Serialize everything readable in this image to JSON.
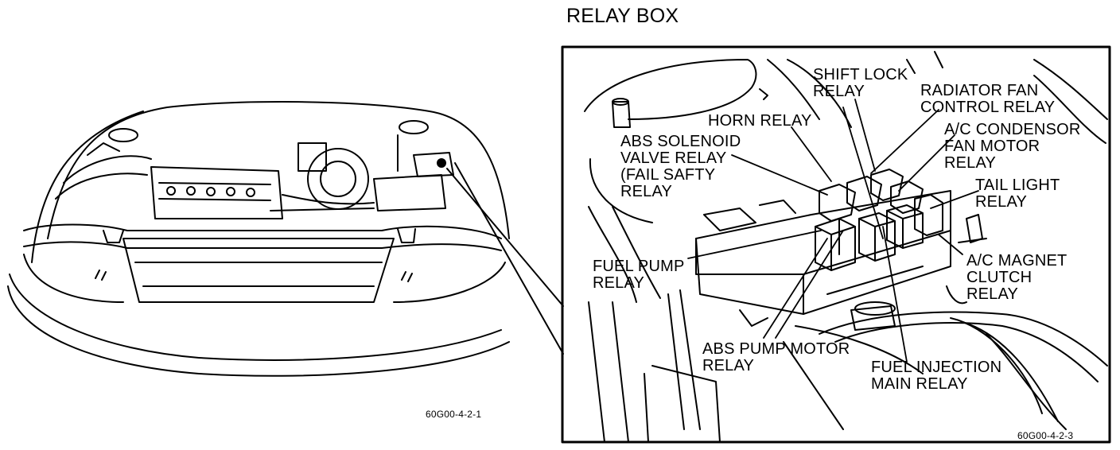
{
  "title": "RELAY BOX",
  "labels": {
    "shift_lock": "SHIFT LOCK\nRELAY",
    "radiator_fan": "RADIATOR FAN\nCONTROL RELAY",
    "horn": "HORN RELAY",
    "ac_condensor": "A/C CONDENSOR\nFAN MOTOR\nRELAY",
    "abs_solenoid": "ABS SOLENOID\nVALVE RELAY\n(FAIL SAFTY\nRELAY",
    "tail_light": "TAIL LIGHT\nRELAY",
    "fuel_pump": "FUEL PUMP\nRELAY",
    "ac_magnet": "A/C MAGNET\nCLUTCH\nRELAY",
    "abs_pump": "ABS PUMP MOTOR\nRELAY",
    "fuel_injection": "FUEL INJECTION\nMAIN RELAY"
  },
  "figure_codes": {
    "left": "60G00-4-2-1",
    "right": "60G00-4-2-3"
  }
}
